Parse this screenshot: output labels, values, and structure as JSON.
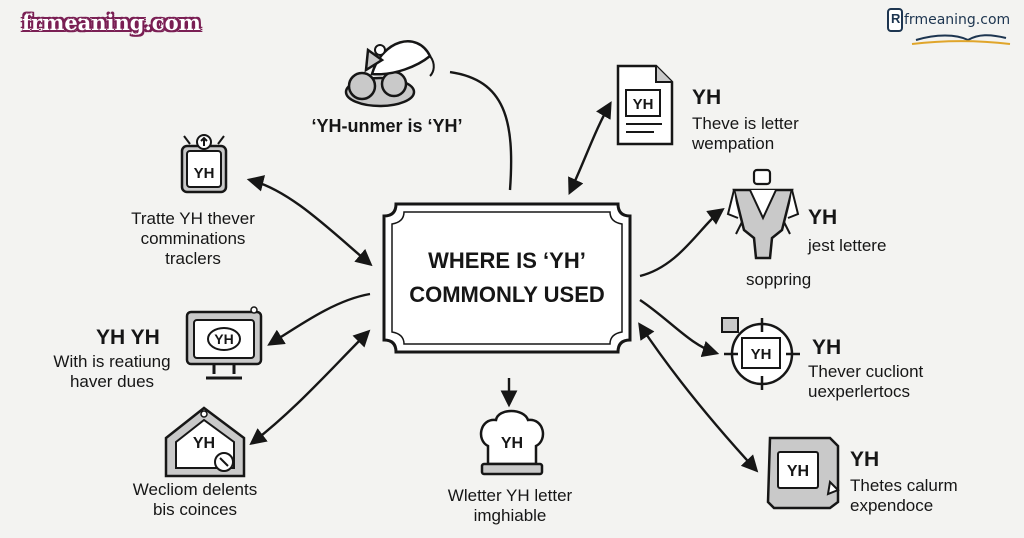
{
  "brand": {
    "left_wordmark": "frmeaning.com",
    "right_wordmark": "frmeaning.com",
    "right_logo_letter": "R"
  },
  "center": {
    "line1": "WHERE IS ‘YH’",
    "line2": "COMMONLY USED"
  },
  "badge": "YH",
  "nodes": {
    "top_center": {
      "caption": "‘YH-unmer is ‘YH’"
    },
    "left_1": {
      "line1": "Tratte YH thever",
      "line2": "comminations",
      "line3": "traclers"
    },
    "left_2": {
      "title": "YH YH",
      "line1": "With is reatiung",
      "line2": "haver dues"
    },
    "left_3": {
      "line1": "Wecliom delents",
      "line2": "bis coinces"
    },
    "bottom_center": {
      "line1": "Wletter YH letter",
      "line2": "imghiable"
    },
    "right_1": {
      "title": "YH",
      "line1": "Theve is letter",
      "line2": "wempation"
    },
    "right_2": {
      "title": "YH",
      "line1": "jest lettere",
      "line2": "soppring"
    },
    "right_3": {
      "title": "YH",
      "line1": "Thever cucliont",
      "line2": "uexperlertocs"
    },
    "right_4": {
      "title": "YH",
      "line1": "Thetes calurm",
      "line2": "expendoce"
    }
  },
  "colors": {
    "background": "#f3f3f1",
    "ink": "#161616",
    "icon_fill": "#c9c9c9",
    "left_wordmark_outline": "#7a1f54",
    "right_wordmark": "#1d3550"
  }
}
